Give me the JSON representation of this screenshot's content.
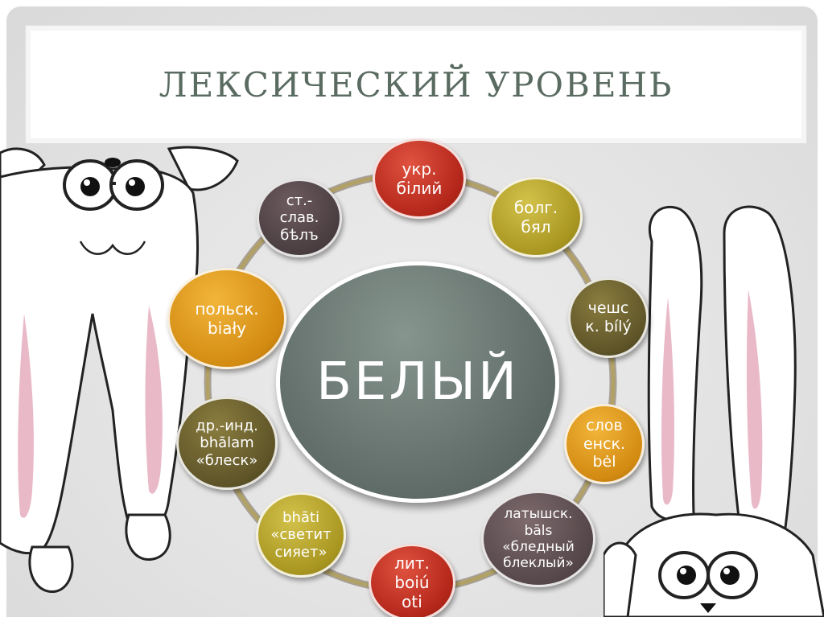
{
  "title": "ЛЕКСИЧЕСКИЙ УРОВЕНЬ",
  "center": {
    "word": "БЕЛЫЙ",
    "color": "#67746f"
  },
  "nodes": [
    {
      "id": "ukr",
      "lines": [
        "укр.",
        "білий"
      ],
      "color": "#b3261a"
    },
    {
      "id": "bolg",
      "lines": [
        "болг.",
        "бял"
      ],
      "color": "#a89621"
    },
    {
      "id": "chesh",
      "lines": [
        "чешс",
        "к. bílý"
      ],
      "color": "#5e5428"
    },
    {
      "id": "sloven",
      "lines": [
        "слов",
        "енск.",
        "bėl"
      ],
      "color": "#d38b12"
    },
    {
      "id": "latysh",
      "lines": [
        "латышск.",
        "bāls",
        "«бледный",
        "блеклый»"
      ],
      "color": "#55474a"
    },
    {
      "id": "lit",
      "lines": [
        "лит.",
        "boiú",
        "oti"
      ],
      "color": "#b3261a"
    },
    {
      "id": "bhati",
      "lines": [
        "bhāti",
        "«светит",
        "сияет»"
      ],
      "color": "#a89621"
    },
    {
      "id": "drind",
      "lines": [
        "др.-инд.",
        "bhālam",
        "«блеск»"
      ],
      "color": "#5e5428"
    },
    {
      "id": "polsk",
      "lines": [
        "польск.",
        "biały"
      ],
      "color": "#d38b12"
    },
    {
      "id": "stslav",
      "lines": [
        "ст.-",
        "слав.",
        "бѣлъ"
      ],
      "color": "#4a3e41"
    }
  ]
}
